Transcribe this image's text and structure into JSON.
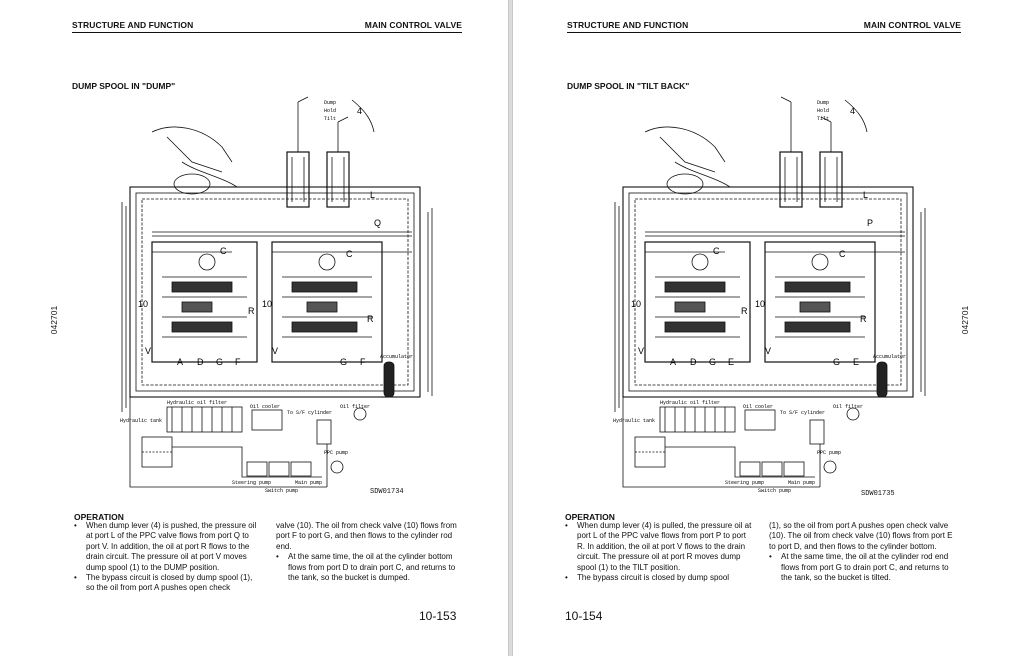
{
  "left_page": {
    "header_left": "STRUCTURE AND FUNCTION",
    "header_right": "MAIN CONTROL VALVE",
    "figure_title": "DUMP SPOOL IN \"DUMP\"",
    "side_code": "042701",
    "figure_number": "SDW01734",
    "section_heading": "OPERATION",
    "col1": [
      "When dump lever (4) is pushed, the pressure oil at port L of the PPC valve flows from port Q to port V. In addition, the oil at port R flows to the drain circuit. The pressure oil at port V moves dump spool (1) to the DUMP position.",
      "The bypass circuit is closed by dump spool (1), so the oil from port A pushes open check"
    ],
    "col2": [
      "valve (10). The oil from check valve (10) flows from port F to port G, and then flows to the cylinder rod end.",
      "At the same time, the oil at the cylinder bottom flows from port D to drain port C, and returns to the tank, so the bucket is dumped."
    ],
    "page_number": "10-153",
    "diagram_labels": {
      "lever_positions": [
        "Dump",
        "Hold",
        "Tilt"
      ],
      "callout_4": "4",
      "port_L": "L",
      "port_Q": "Q",
      "port_C": "C",
      "port_R": "R",
      "port_V": "V",
      "port_G": "G",
      "port_F": "F",
      "port_D": "D",
      "port_A": "A",
      "callout_10": "10",
      "hydraulic_tank": "Hydraulic tank",
      "hydraulic_oil_filter": "Hydraulic oil filter",
      "oil_cooler": "Oil cooler",
      "to_sf_cylinder": "To S/F cylinder",
      "oil_filter": "Oil filter",
      "accumulator": "Accumulator",
      "ppc_pump": "PPC pump",
      "steering_pump": "Steering pump",
      "switch_pump": "Switch pump",
      "main_pump": "Main pump"
    }
  },
  "right_page": {
    "header_left": "STRUCTURE AND FUNCTION",
    "header_right": "MAIN CONTROL VALVE",
    "figure_title": "DUMP SPOOL IN \"TILT BACK\"",
    "side_code": "042701",
    "figure_number": "SDW01735",
    "section_heading": "OPERATION",
    "col1": [
      "When dump lever (4) is pulled, the pressure oil at port L of the PPC valve flows from port P to port R. In addition, the oil at port V flows to the drain circuit. The pressure oil at port R moves dump spool (1) to the TILT position.",
      "The bypass circuit is closed by dump spool"
    ],
    "col2": [
      "(1), so the oil from port A pushes open check valve (10). The oil from check valve (10) flows from port E to port D, and then flows to the cylinder bottom.",
      "At the same time, the oil at the cylinder rod end flows from port G to drain port C, and returns to the tank, so the bucket is tilted."
    ],
    "page_number": "10-154",
    "diagram_labels": {
      "lever_positions": [
        "Dump",
        "Hold",
        "Tilt"
      ],
      "callout_4": "4",
      "port_L": "L",
      "port_P": "P",
      "port_C": "C",
      "port_R": "R",
      "port_V": "V",
      "port_G": "G",
      "port_E": "E",
      "port_D": "D",
      "port_A": "A",
      "callout_10": "10",
      "hydraulic_tank": "Hydraulic tank",
      "hydraulic_oil_filter": "Hydraulic oil filter",
      "oil_cooler": "Oil cooler",
      "to_sf_cylinder": "To S/F cylinder",
      "oil_filter": "Oil filter",
      "accumulator": "Accumulator",
      "ppc_pump": "PPC pump",
      "steering_pump": "Steering pump",
      "switch_pump": "Switch pump",
      "main_pump": "Main pump"
    }
  }
}
